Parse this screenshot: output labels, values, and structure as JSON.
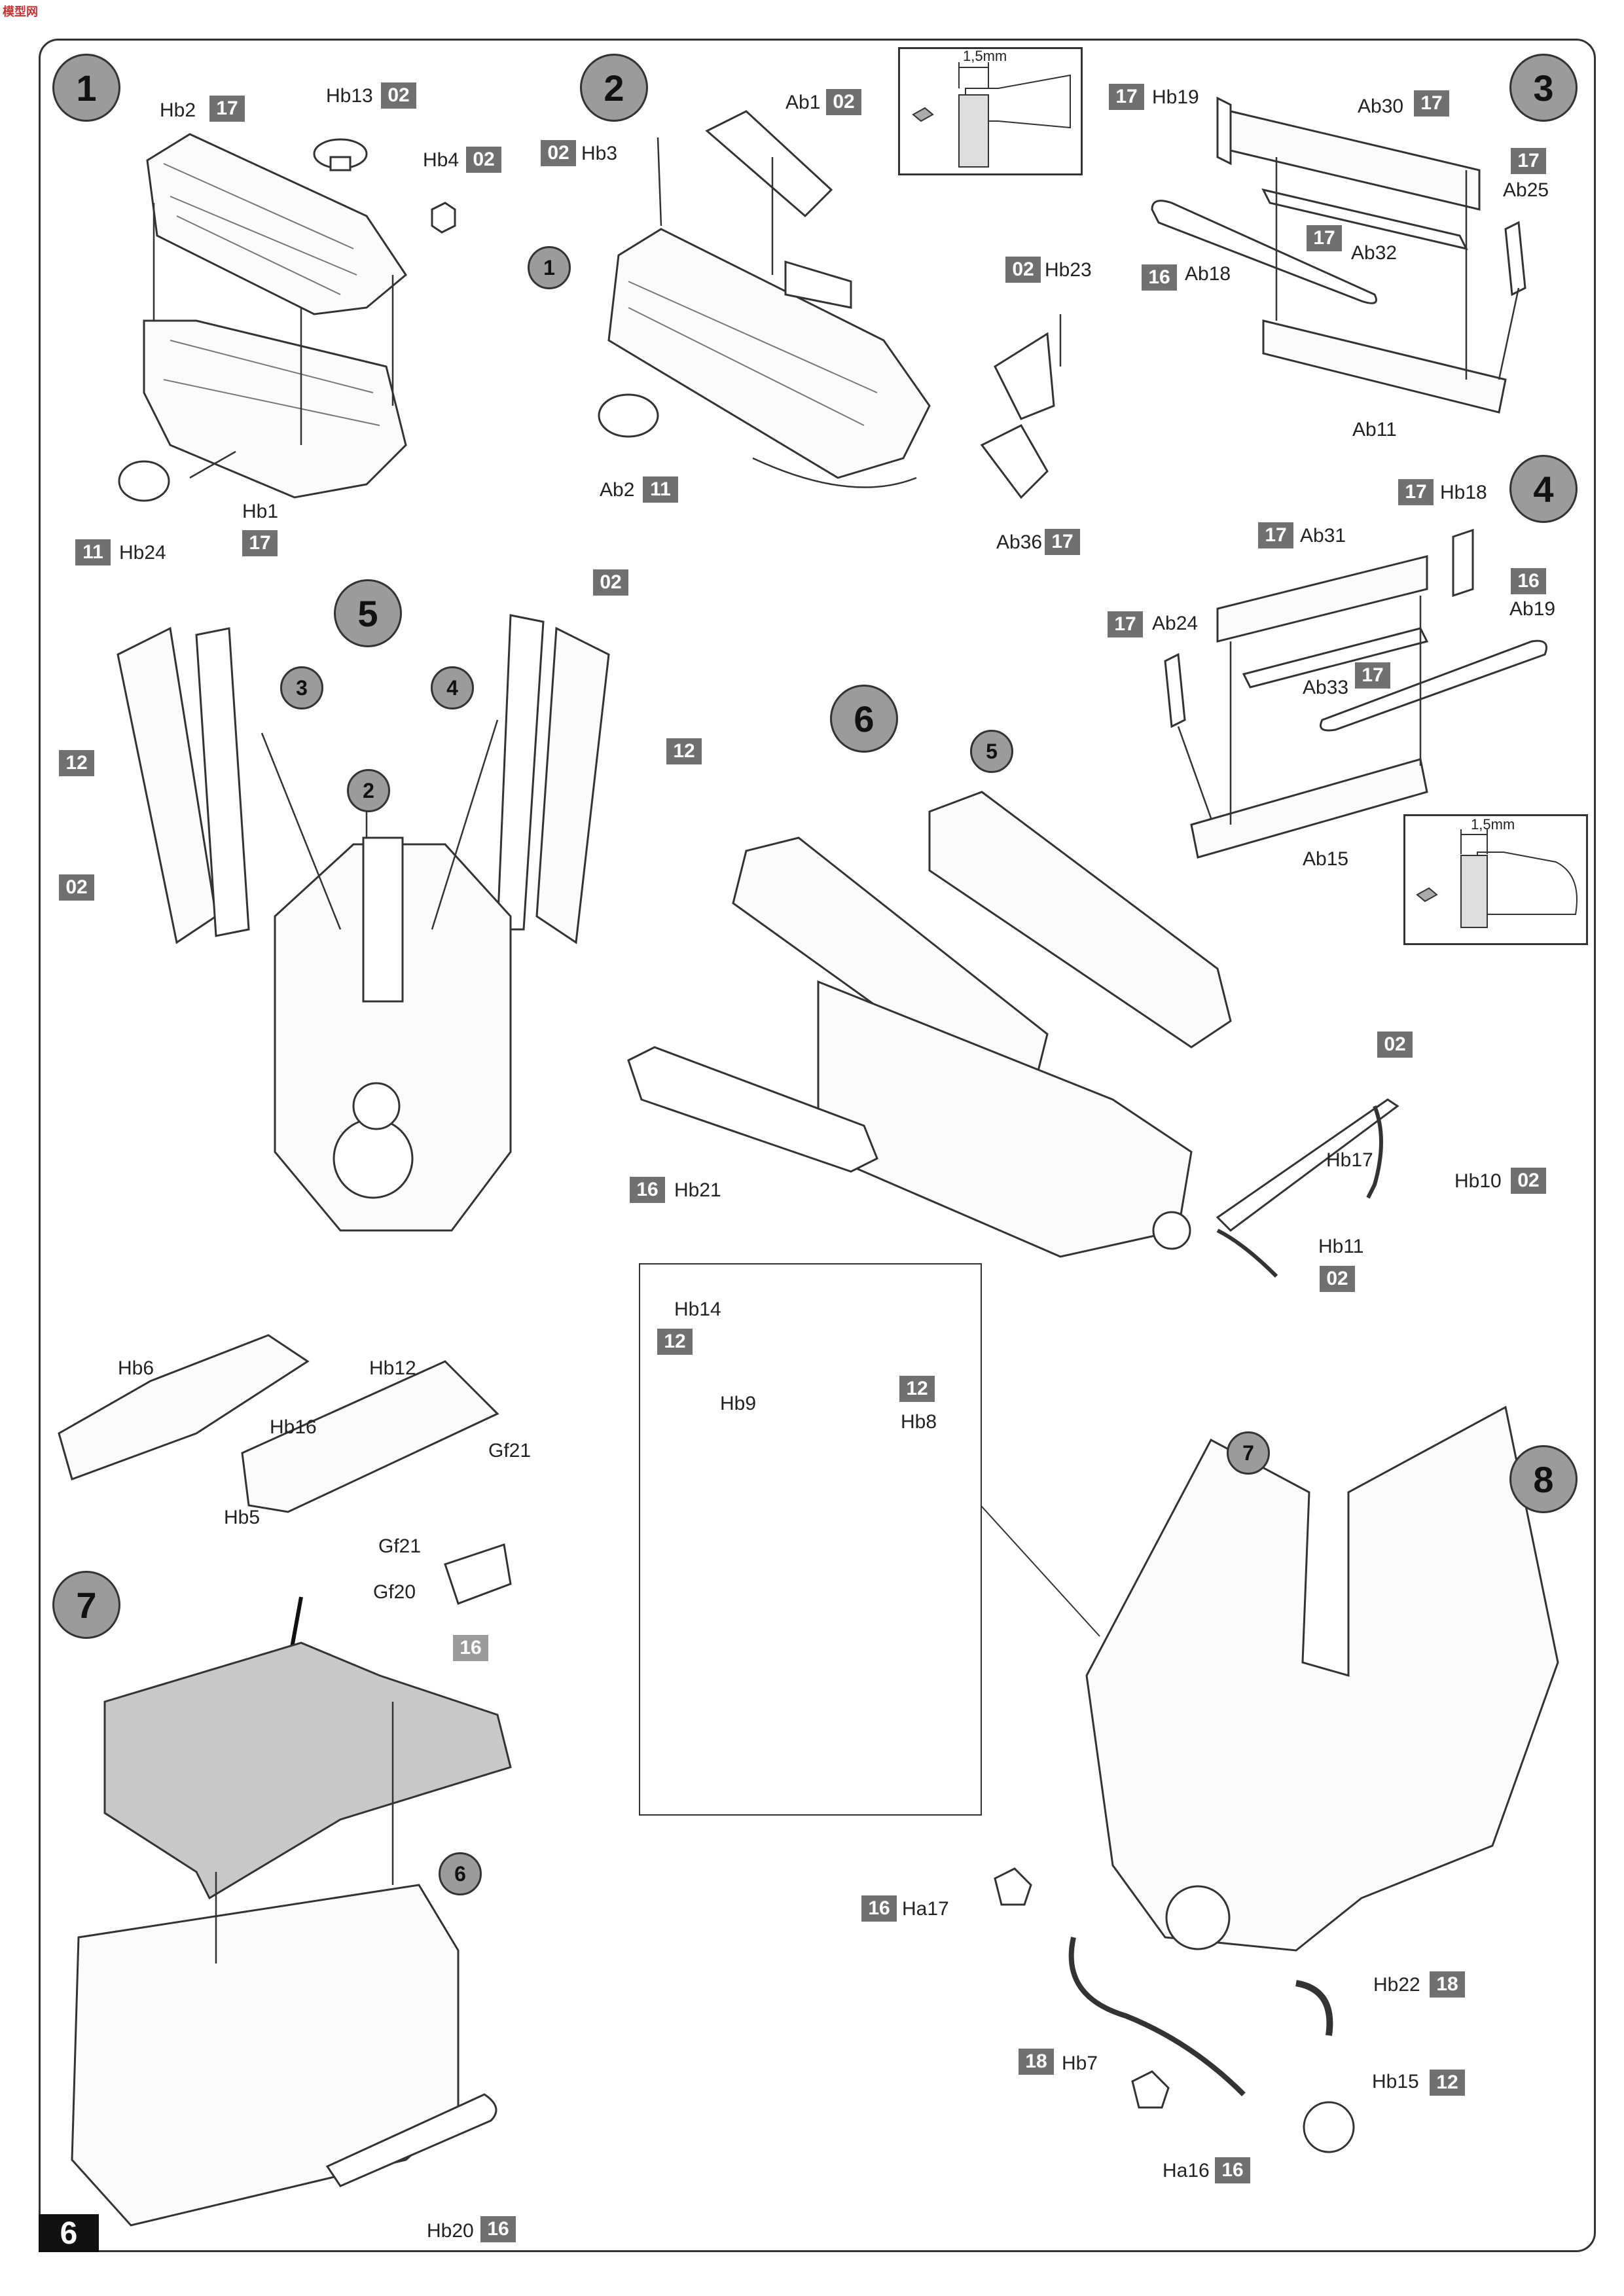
{
  "watermark": "模型网",
  "page_number": "6",
  "steps": {
    "s1": "1",
    "s2": "2",
    "s3": "3",
    "s4": "4",
    "s5": "5",
    "s6": "6",
    "s7": "7",
    "s8": "8"
  },
  "refs": {
    "r1": "1",
    "r3": "3",
    "r4": "4",
    "r2": "2",
    "r5": "5",
    "r7a": "7",
    "r6": "6",
    "r7b": "7"
  },
  "step1": {
    "hb2": "Hb2",
    "hb2_c": "17",
    "hb13": "Hb13",
    "hb13_c": "02",
    "hb4": "Hb4",
    "hb4_c": "02",
    "hb1": "Hb1",
    "hb1_c": "17",
    "hb24": "Hb24",
    "hb24_c": "11"
  },
  "step2": {
    "ab1": "Ab1",
    "ab1_c": "02",
    "hb3": "Hb3",
    "hb3_c": "02",
    "hb23": "Hb23",
    "hb23_c": "02",
    "ab2": "Ab2",
    "ab2_c": "11",
    "ab36": "Ab36",
    "ab36_c": "17",
    "inset_dim": "1,5mm"
  },
  "step3": {
    "hb19": "Hb19",
    "hb19_c": "17",
    "ab30": "Ab30",
    "ab30_c": "17",
    "ab25": "Ab25",
    "ab25_c": "17",
    "ab32": "Ab32",
    "ab32_c": "17",
    "ab18": "Ab18",
    "ab18_c": "16",
    "ab11": "Ab11"
  },
  "step4": {
    "hb18": "Hb18",
    "hb18_c": "17",
    "ab31": "Ab31",
    "ab31_c": "17",
    "ab19": "Ab19",
    "ab19_c": "16",
    "ab24": "Ab24",
    "ab24_c": "17",
    "ab33": "Ab33",
    "ab33_c": "17",
    "ab15": "Ab15",
    "inset_dim": "1,5mm"
  },
  "step5": {
    "c02_top": "02",
    "c12_left": "12",
    "c12_right": "12",
    "c02_left": "02"
  },
  "step6": {
    "c02": "02",
    "hb17": "Hb17",
    "hb10": "Hb10",
    "hb10_c": "02",
    "hb11": "Hb11",
    "hb11_c": "02",
    "hb21": "Hb21",
    "hb21_c": "16"
  },
  "step7": {
    "hb6": "Hb6",
    "hb12": "Hb12",
    "hb16": "Hb16",
    "gf21a": "Gf21",
    "hb5": "Hb5",
    "gf21b": "Gf21",
    "gf20": "Gf20",
    "c16": "16",
    "hb20": "Hb20",
    "hb20_c": "16"
  },
  "step8": {
    "hb14": "Hb14",
    "hb14_c": "12",
    "hb9": "Hb9",
    "hb8": "Hb8",
    "hb8_c": "12",
    "ha17": "Ha17",
    "ha17_c": "16",
    "hb22": "Hb22",
    "hb22_c": "18",
    "hb7": "Hb7",
    "hb7_c": "18",
    "hb15": "Hb15",
    "hb15_c": "12",
    "ha16": "Ha16",
    "ha16_c": "16"
  }
}
